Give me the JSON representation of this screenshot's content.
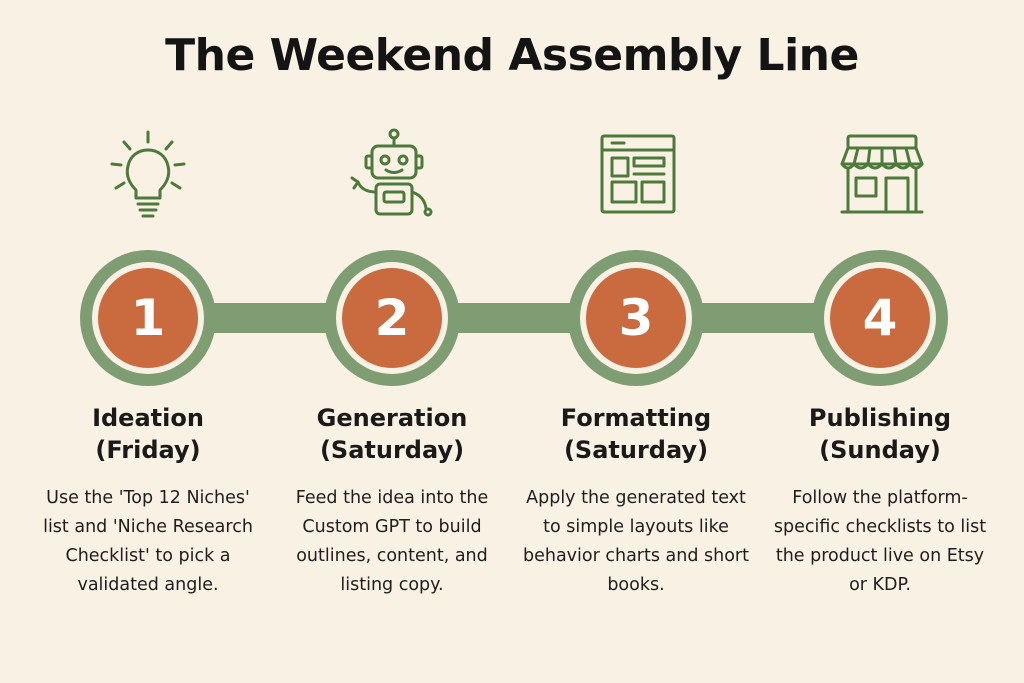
{
  "title": "The Weekend Assembly Line",
  "steps": [
    {
      "number": "1",
      "title_line1": "Ideation",
      "title_line2": "(Friday)",
      "description": "Use the 'Top 12 Niches' list and 'Niche Research Checklist' to pick a validated angle.",
      "icon": "lightbulb-icon"
    },
    {
      "number": "2",
      "title_line1": "Generation",
      "title_line2": "(Saturday)",
      "description": "Feed the idea into the Custom GPT to build outlines, content, and listing copy.",
      "icon": "robot-icon"
    },
    {
      "number": "3",
      "title_line1": "Formatting",
      "title_line2": "(Saturday)",
      "description": "Apply the generated text to simple layouts like behavior charts and short books.",
      "icon": "layout-icon"
    },
    {
      "number": "4",
      "title_line1": "Publishing",
      "title_line2": "(Sunday)",
      "description": "Follow the platform-specific checklists to list the product live on Etsy or KDP.",
      "icon": "storefront-icon"
    }
  ],
  "colors": {
    "background": "#f8f1e4",
    "track": "#7f9d72",
    "node_fill": "#c96b3f",
    "icon_stroke": "#4d7a3a",
    "text": "#1a1a1a"
  }
}
